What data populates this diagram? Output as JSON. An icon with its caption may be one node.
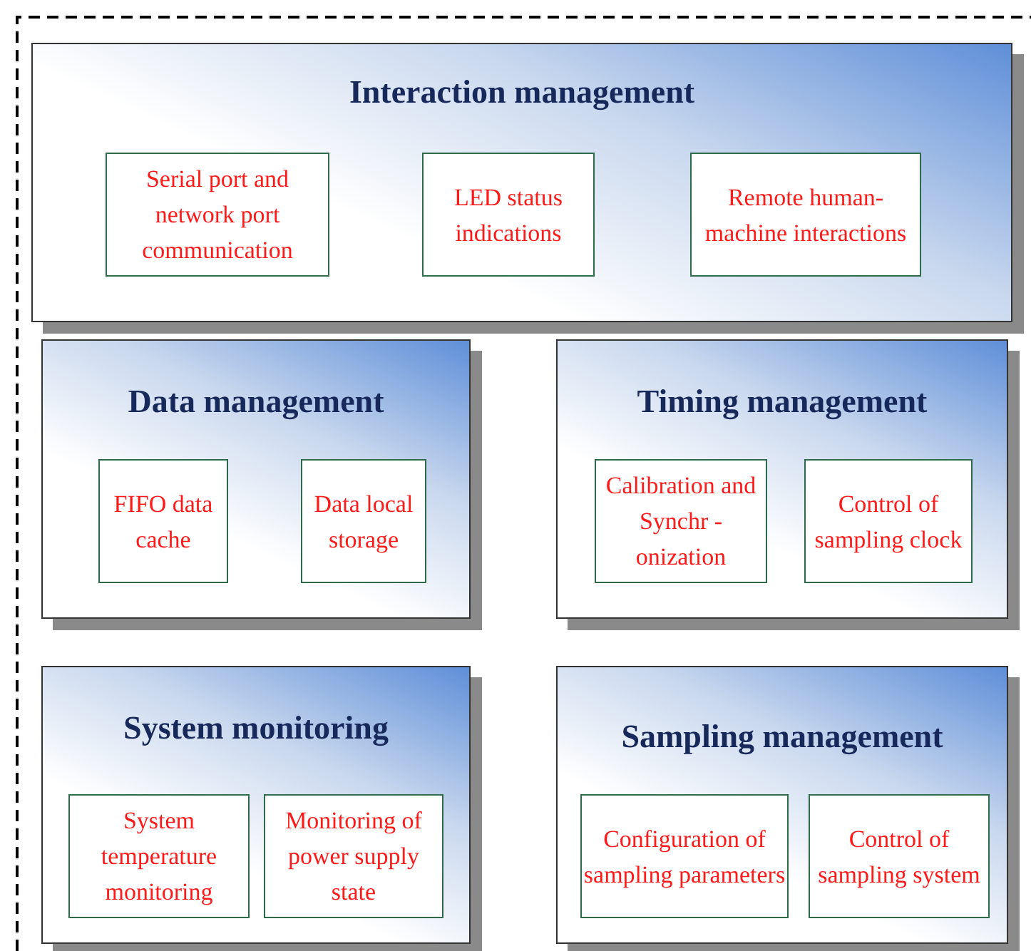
{
  "diagram": {
    "nodes": [
      {
        "text": [
          "Interaction management"
        ]
      },
      {
        "text": [
          "Serial port and network port communication"
        ],
        "in": 0
      },
      {
        "text": [
          "LED status indications"
        ],
        "in": 0
      },
      {
        "text": [
          "Remote human-machine interactions"
        ],
        "in": 0
      },
      {
        "text": [
          "Data management"
        ]
      },
      {
        "text": [
          "FIFO data cache"
        ],
        "in": 4
      },
      {
        "text": [
          "Data local storage"
        ],
        "in": 4
      },
      {
        "text": [
          "Timing management"
        ]
      },
      {
        "text": [
          "Calibration and Synchr -onization"
        ],
        "in": 7
      },
      {
        "text": [
          "Control of sampling clock"
        ],
        "in": 7
      },
      {
        "text": [
          "System monitoring"
        ]
      },
      {
        "text": [
          "System temperature monitoring"
        ],
        "in": 10
      },
      {
        "text": [
          "Monitoring of power supply state"
        ],
        "in": 10
      },
      {
        "text": [
          "Sampling management"
        ]
      },
      {
        "text": [
          "Configuration of sampling parameters"
        ],
        "in": 13
      },
      {
        "text": [
          "Control of sampling system"
        ],
        "in": 13
      }
    ]
  }
}
